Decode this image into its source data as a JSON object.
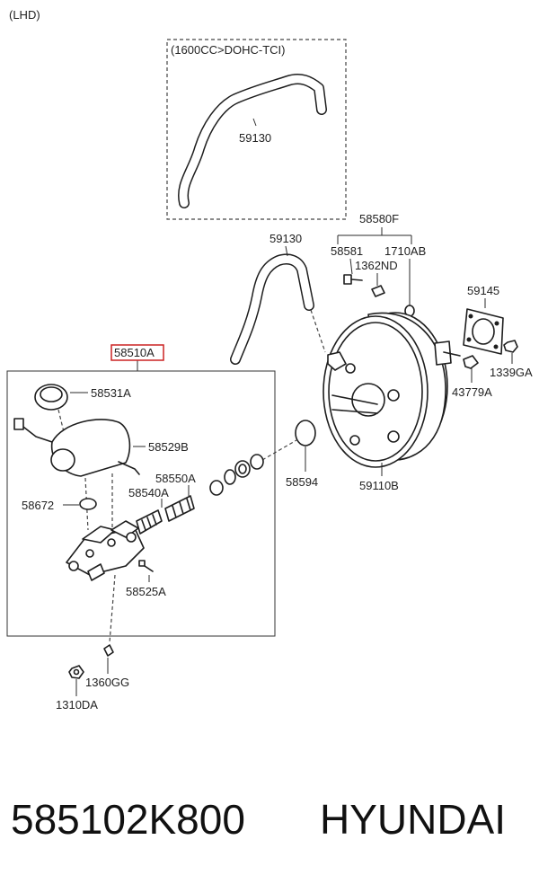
{
  "variant_note": "(LHD)",
  "engine_note": "(1600CC>DOHC-TCI)",
  "labels": {
    "p59130_top": "59130",
    "p59130": "59130",
    "p58580F": "58580F",
    "p58581": "58581",
    "p1710AB": "1710AB",
    "p1362ND": "1362ND",
    "p59145": "59145",
    "p1339GA": "1339GA",
    "p43779A": "43779A",
    "p58510A": "58510A",
    "p58531A": "58531A",
    "p58529B": "58529B",
    "p58550A": "58550A",
    "p58540A": "58540A",
    "p58672": "58672",
    "p58594": "58594",
    "p59110B": "59110B",
    "p58525A": "58525A",
    "p1360GG": "1360GG",
    "p1310DA": "1310DA"
  },
  "highlight_color": "#cc2222",
  "footer": {
    "part_number": "585102K800",
    "brand": "HYUNDAI"
  }
}
